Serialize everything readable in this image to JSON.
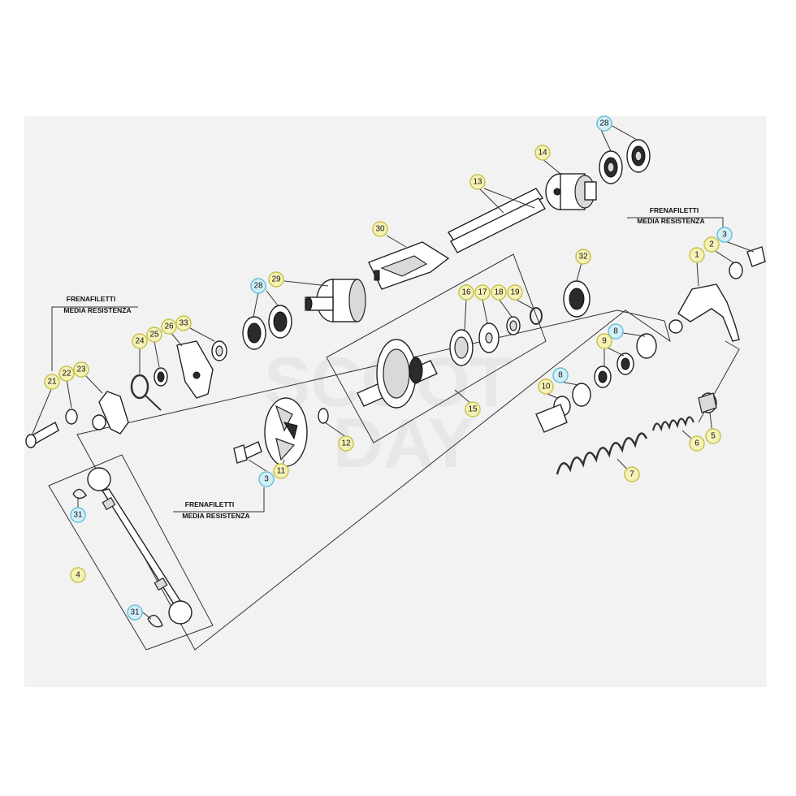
{
  "diagram": {
    "watermark_lines": [
      "SCOOT",
      "DAY"
    ],
    "notes": [
      {
        "id": "note-left",
        "line1": "FRENAFILETTI",
        "line2": "MEDIA RESISTENZA"
      },
      {
        "id": "note-bottom",
        "line1": "FRENAFILETTI",
        "line2": "MEDIA RESISTENZA"
      },
      {
        "id": "note-right",
        "line1": "FRENAFILETTI",
        "line2": "MEDIA RESISTENZA"
      }
    ],
    "callouts": [
      {
        "label": "1",
        "color": "#f5f2b8",
        "border": "#c9c24a"
      },
      {
        "label": "2",
        "color": "#f5f2b8",
        "border": "#c9c24a"
      },
      {
        "label": "3",
        "color": "#d3f0f8",
        "border": "#6bbfd8"
      },
      {
        "label": "4",
        "color": "#f5f2b8",
        "border": "#c9c24a"
      },
      {
        "label": "5",
        "color": "#f5f2b8",
        "border": "#c9c24a"
      },
      {
        "label": "6",
        "color": "#f5f2b8",
        "border": "#c9c24a"
      },
      {
        "label": "7",
        "color": "#f5f2b8",
        "border": "#c9c24a"
      },
      {
        "label": "8",
        "color": "#d3f0f8",
        "border": "#6bbfd8"
      },
      {
        "label": "9",
        "color": "#f5f2b8",
        "border": "#c9c24a"
      },
      {
        "label": "10",
        "color": "#f5f2b8",
        "border": "#c9c24a"
      },
      {
        "label": "8",
        "color": "#d3f0f8",
        "border": "#6bbfd8"
      },
      {
        "label": "11",
        "color": "#f5f2b8",
        "border": "#c9c24a"
      },
      {
        "label": "3",
        "color": "#d3f0f8",
        "border": "#6bbfd8"
      },
      {
        "label": "12",
        "color": "#f5f2b8",
        "border": "#c9c24a"
      },
      {
        "label": "13",
        "color": "#f5f2b8",
        "border": "#c9c24a"
      },
      {
        "label": "14",
        "color": "#f5f2b8",
        "border": "#c9c24a"
      },
      {
        "label": "15",
        "color": "#f5f2b8",
        "border": "#c9c24a"
      },
      {
        "label": "16",
        "color": "#f5f2b8",
        "border": "#c9c24a"
      },
      {
        "label": "17",
        "color": "#f5f2b8",
        "border": "#c9c24a"
      },
      {
        "label": "18",
        "color": "#f5f2b8",
        "border": "#c9c24a"
      },
      {
        "label": "19",
        "color": "#f5f2b8",
        "border": "#c9c24a"
      },
      {
        "label": "21",
        "color": "#f5f2b8",
        "border": "#c9c24a"
      },
      {
        "label": "22",
        "color": "#f5f2b8",
        "border": "#c9c24a"
      },
      {
        "label": "23",
        "color": "#f5f2b8",
        "border": "#c9c24a"
      },
      {
        "label": "24",
        "color": "#f5f2b8",
        "border": "#c9c24a"
      },
      {
        "label": "25",
        "color": "#f5f2b8",
        "border": "#c9c24a"
      },
      {
        "label": "26",
        "color": "#f5f2b8",
        "border": "#c9c24a"
      },
      {
        "label": "28",
        "color": "#d3f0f8",
        "border": "#6bbfd8"
      },
      {
        "label": "28",
        "color": "#d3f0f8",
        "border": "#6bbfd8"
      },
      {
        "label": "29",
        "color": "#f5f2b8",
        "border": "#c9c24a"
      },
      {
        "label": "30",
        "color": "#f5f2b8",
        "border": "#c9c24a"
      },
      {
        "label": "31",
        "color": "#d3f0f8",
        "border": "#6bbfd8"
      },
      {
        "label": "31",
        "color": "#d3f0f8",
        "border": "#6bbfd8"
      },
      {
        "label": "32",
        "color": "#f5f2b8",
        "border": "#c9c24a"
      },
      {
        "label": "33",
        "color": "#f5f2b8",
        "border": "#c9c24a"
      },
      {
        "label": "3",
        "color": "#d3f0f8",
        "border": "#6bbfd8"
      }
    ]
  }
}
